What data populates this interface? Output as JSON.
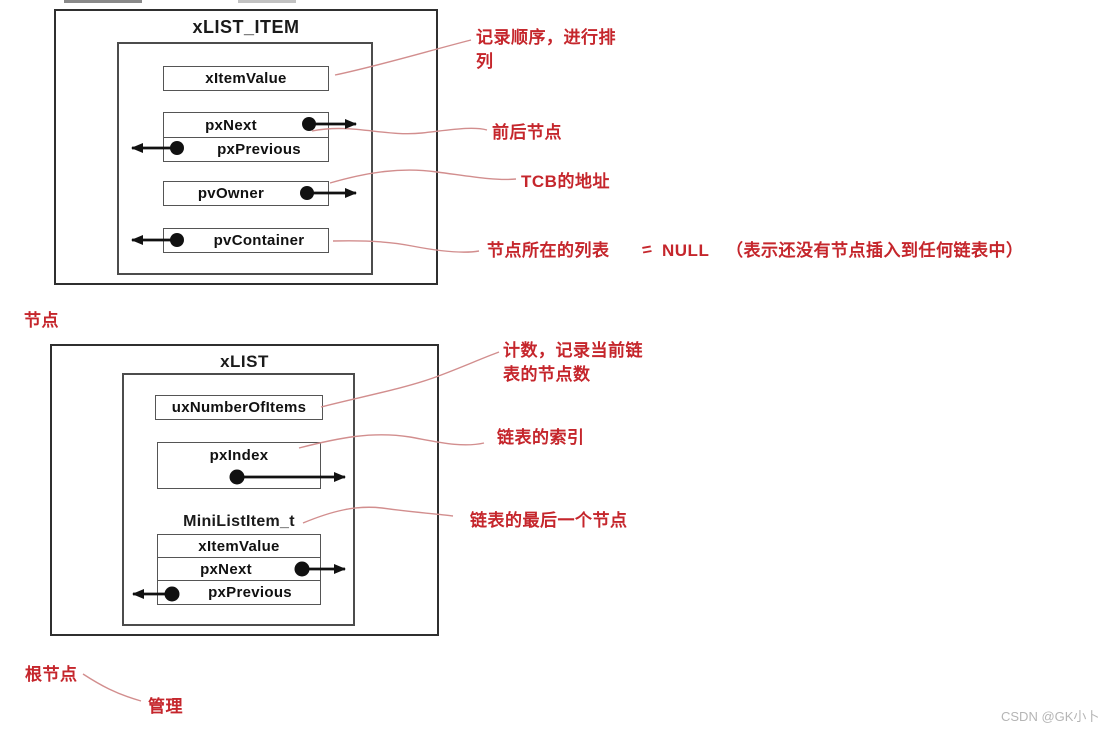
{
  "struct_item": {
    "title": "xLIST_ITEM",
    "fields": {
      "value": "xItemValue",
      "next": "pxNext",
      "prev": "pxPrevious",
      "owner": "pvOwner",
      "container": "pvContainer"
    }
  },
  "struct_list": {
    "title": "xLIST",
    "fields": {
      "count": "uxNumberOfItems",
      "index": "pxIndex"
    },
    "mini": {
      "title": "MiniListItem_t",
      "fields": {
        "value": "xItemValue",
        "next": "pxNext",
        "prev": "pxPrevious"
      }
    }
  },
  "annotations": {
    "order": "记录顺序，进行排列",
    "prev_next": "前后节点",
    "tcb": "TCB的地址",
    "container_list": "节点所在的列表",
    "null_eq": "=",
    "null_val": "NULL",
    "null_note": "（表示还没有节点插入到任何链表中）",
    "node": "节点",
    "count": "计数，记录当前链表的节点数",
    "index": "链表的索引",
    "last_node": "链表的最后一个节点",
    "root_node": "根节点",
    "manage": "管理"
  },
  "watermark": "CSDN @GK小卜",
  "colors": {
    "annotation_red": "#c5262c",
    "connector_pink": "#d28e8e",
    "line_black": "#111111",
    "watermark_gray": "#b5b5b5"
  }
}
